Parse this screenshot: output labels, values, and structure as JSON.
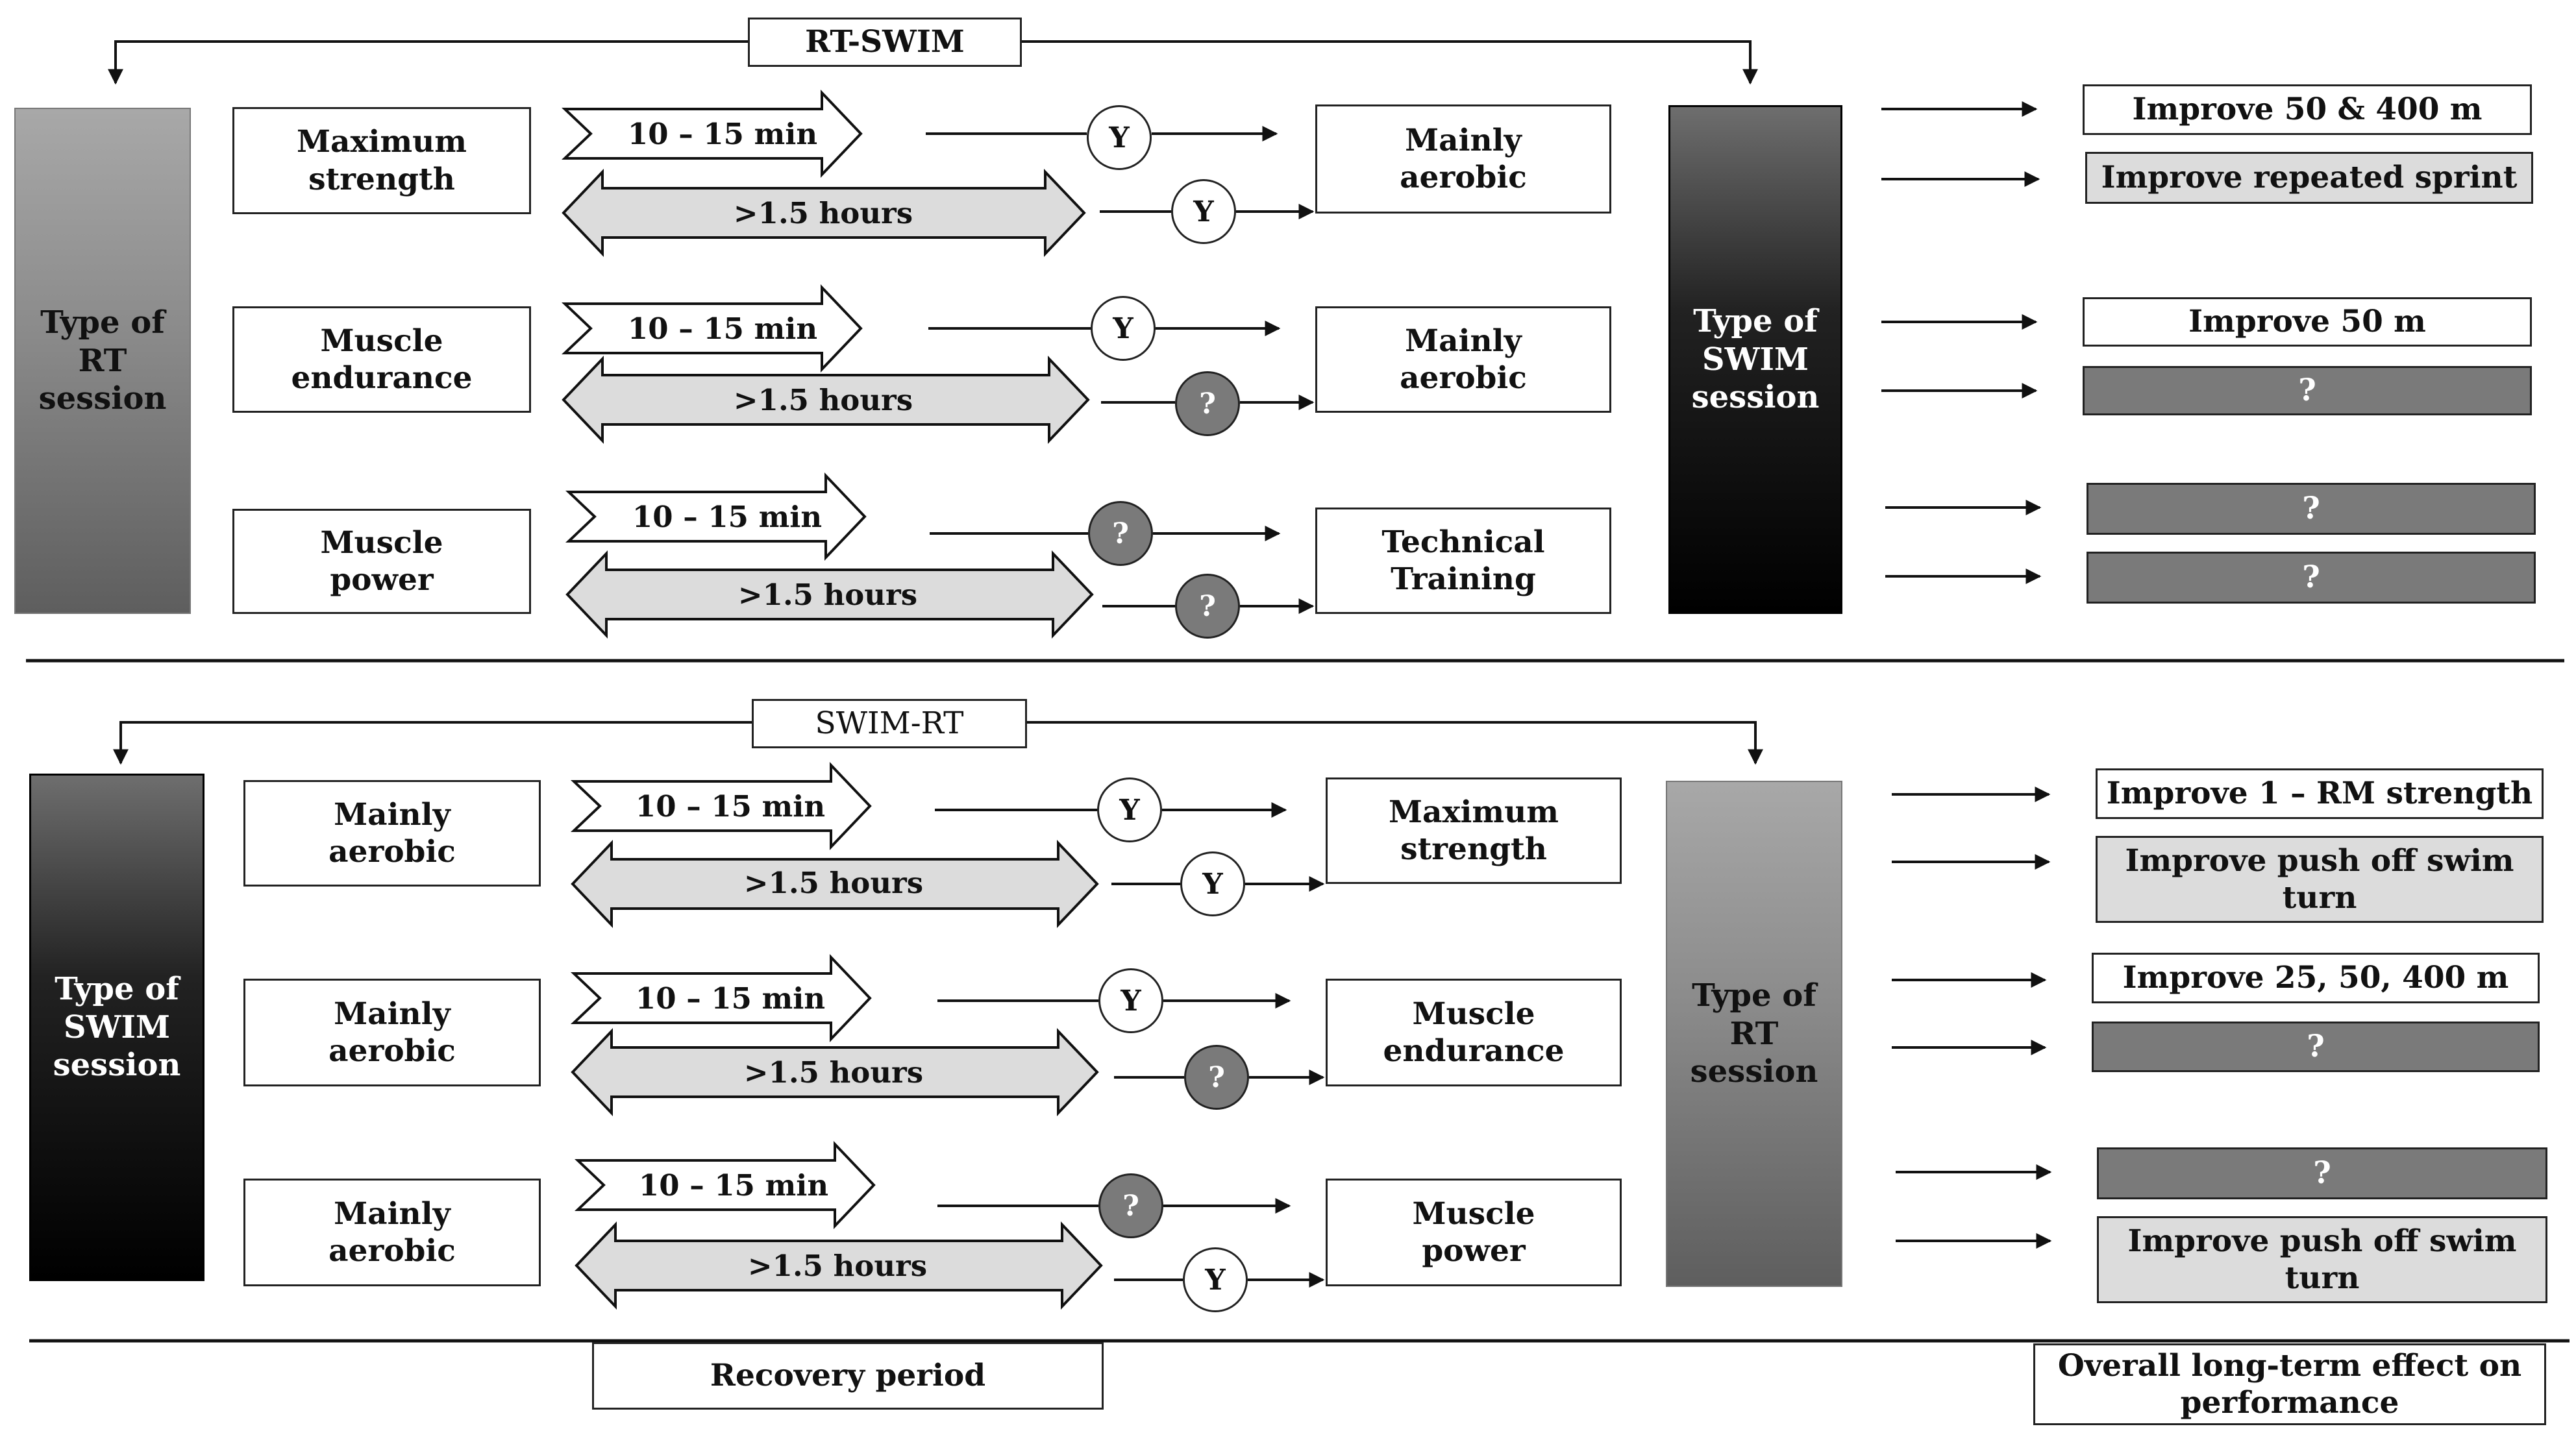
{
  "sections": {
    "rt_swim": {
      "title": "RT-SWIM"
    },
    "swim_rt": {
      "title": "SWIM-RT"
    }
  },
  "columns": {
    "type_rt_top": "Type of\nRT\nsession",
    "type_swim_top": "Type of\nSWIM\nsession",
    "type_swim_bottom": "Type of\nSWIM\nsession",
    "type_rt_bottom": "Type of\nRT\nsession"
  },
  "arrow_labels": {
    "short": "10 – 15 min",
    "short_spaced": "10 – 15  min",
    "long": ">1.5 hours"
  },
  "rt_swim_rows": [
    {
      "source": "Maximum\nstrength",
      "short_marker": "Y",
      "long_marker": "Y",
      "target": "Mainly\naerobic",
      "outcomes": [
        {
          "text": "Improve 50 & 400 m",
          "style": "white"
        },
        {
          "text": "Improve repeated sprint",
          "style": "light"
        }
      ]
    },
    {
      "source": "Muscle\nendurance",
      "short_marker": "Y",
      "long_marker": "?",
      "target": "Mainly\naerobic",
      "outcomes": [
        {
          "text": "Improve 50 m",
          "style": "white"
        },
        {
          "text": "?",
          "style": "dark"
        }
      ]
    },
    {
      "source": "Muscle\npower",
      "short_marker": "?",
      "long_marker": "?",
      "target": "Technical\nTraining",
      "outcomes": [
        {
          "text": "?",
          "style": "dark"
        },
        {
          "text": "?",
          "style": "dark"
        }
      ]
    }
  ],
  "swim_rt_rows": [
    {
      "source": "Mainly\naerobic",
      "short_marker": "Y",
      "long_marker": "Y",
      "target": "Maximum\nstrength",
      "outcomes": [
        {
          "text": "Improve 1 – RM strength",
          "style": "white"
        },
        {
          "text": "Improve push off swim\nturn",
          "style": "light"
        }
      ]
    },
    {
      "source": "Mainly\naerobic",
      "short_marker": "Y",
      "long_marker": "?",
      "target": "Muscle\nendurance",
      "outcomes": [
        {
          "text": "Improve 25, 50, 400 m",
          "style": "white"
        },
        {
          "text": "?",
          "style": "dark"
        }
      ]
    },
    {
      "source": "Mainly\naerobic",
      "short_marker": "?",
      "long_marker": "Y",
      "target": "Muscle\npower",
      "outcomes": [
        {
          "text": "?",
          "style": "dark"
        },
        {
          "text": "Improve push off swim\nturn",
          "style": "light"
        }
      ]
    }
  ],
  "footer": {
    "recovery": "Recovery period",
    "overall": "Overall long-term effect on\nperformance"
  },
  "colors": {
    "marker_yes": "#ffffff",
    "marker_unknown": "#7a7a7a",
    "arrow_fill": "#dcdcdc",
    "outcome_dark": "#7a7a7a",
    "outcome_light": "#dcdcdc"
  }
}
